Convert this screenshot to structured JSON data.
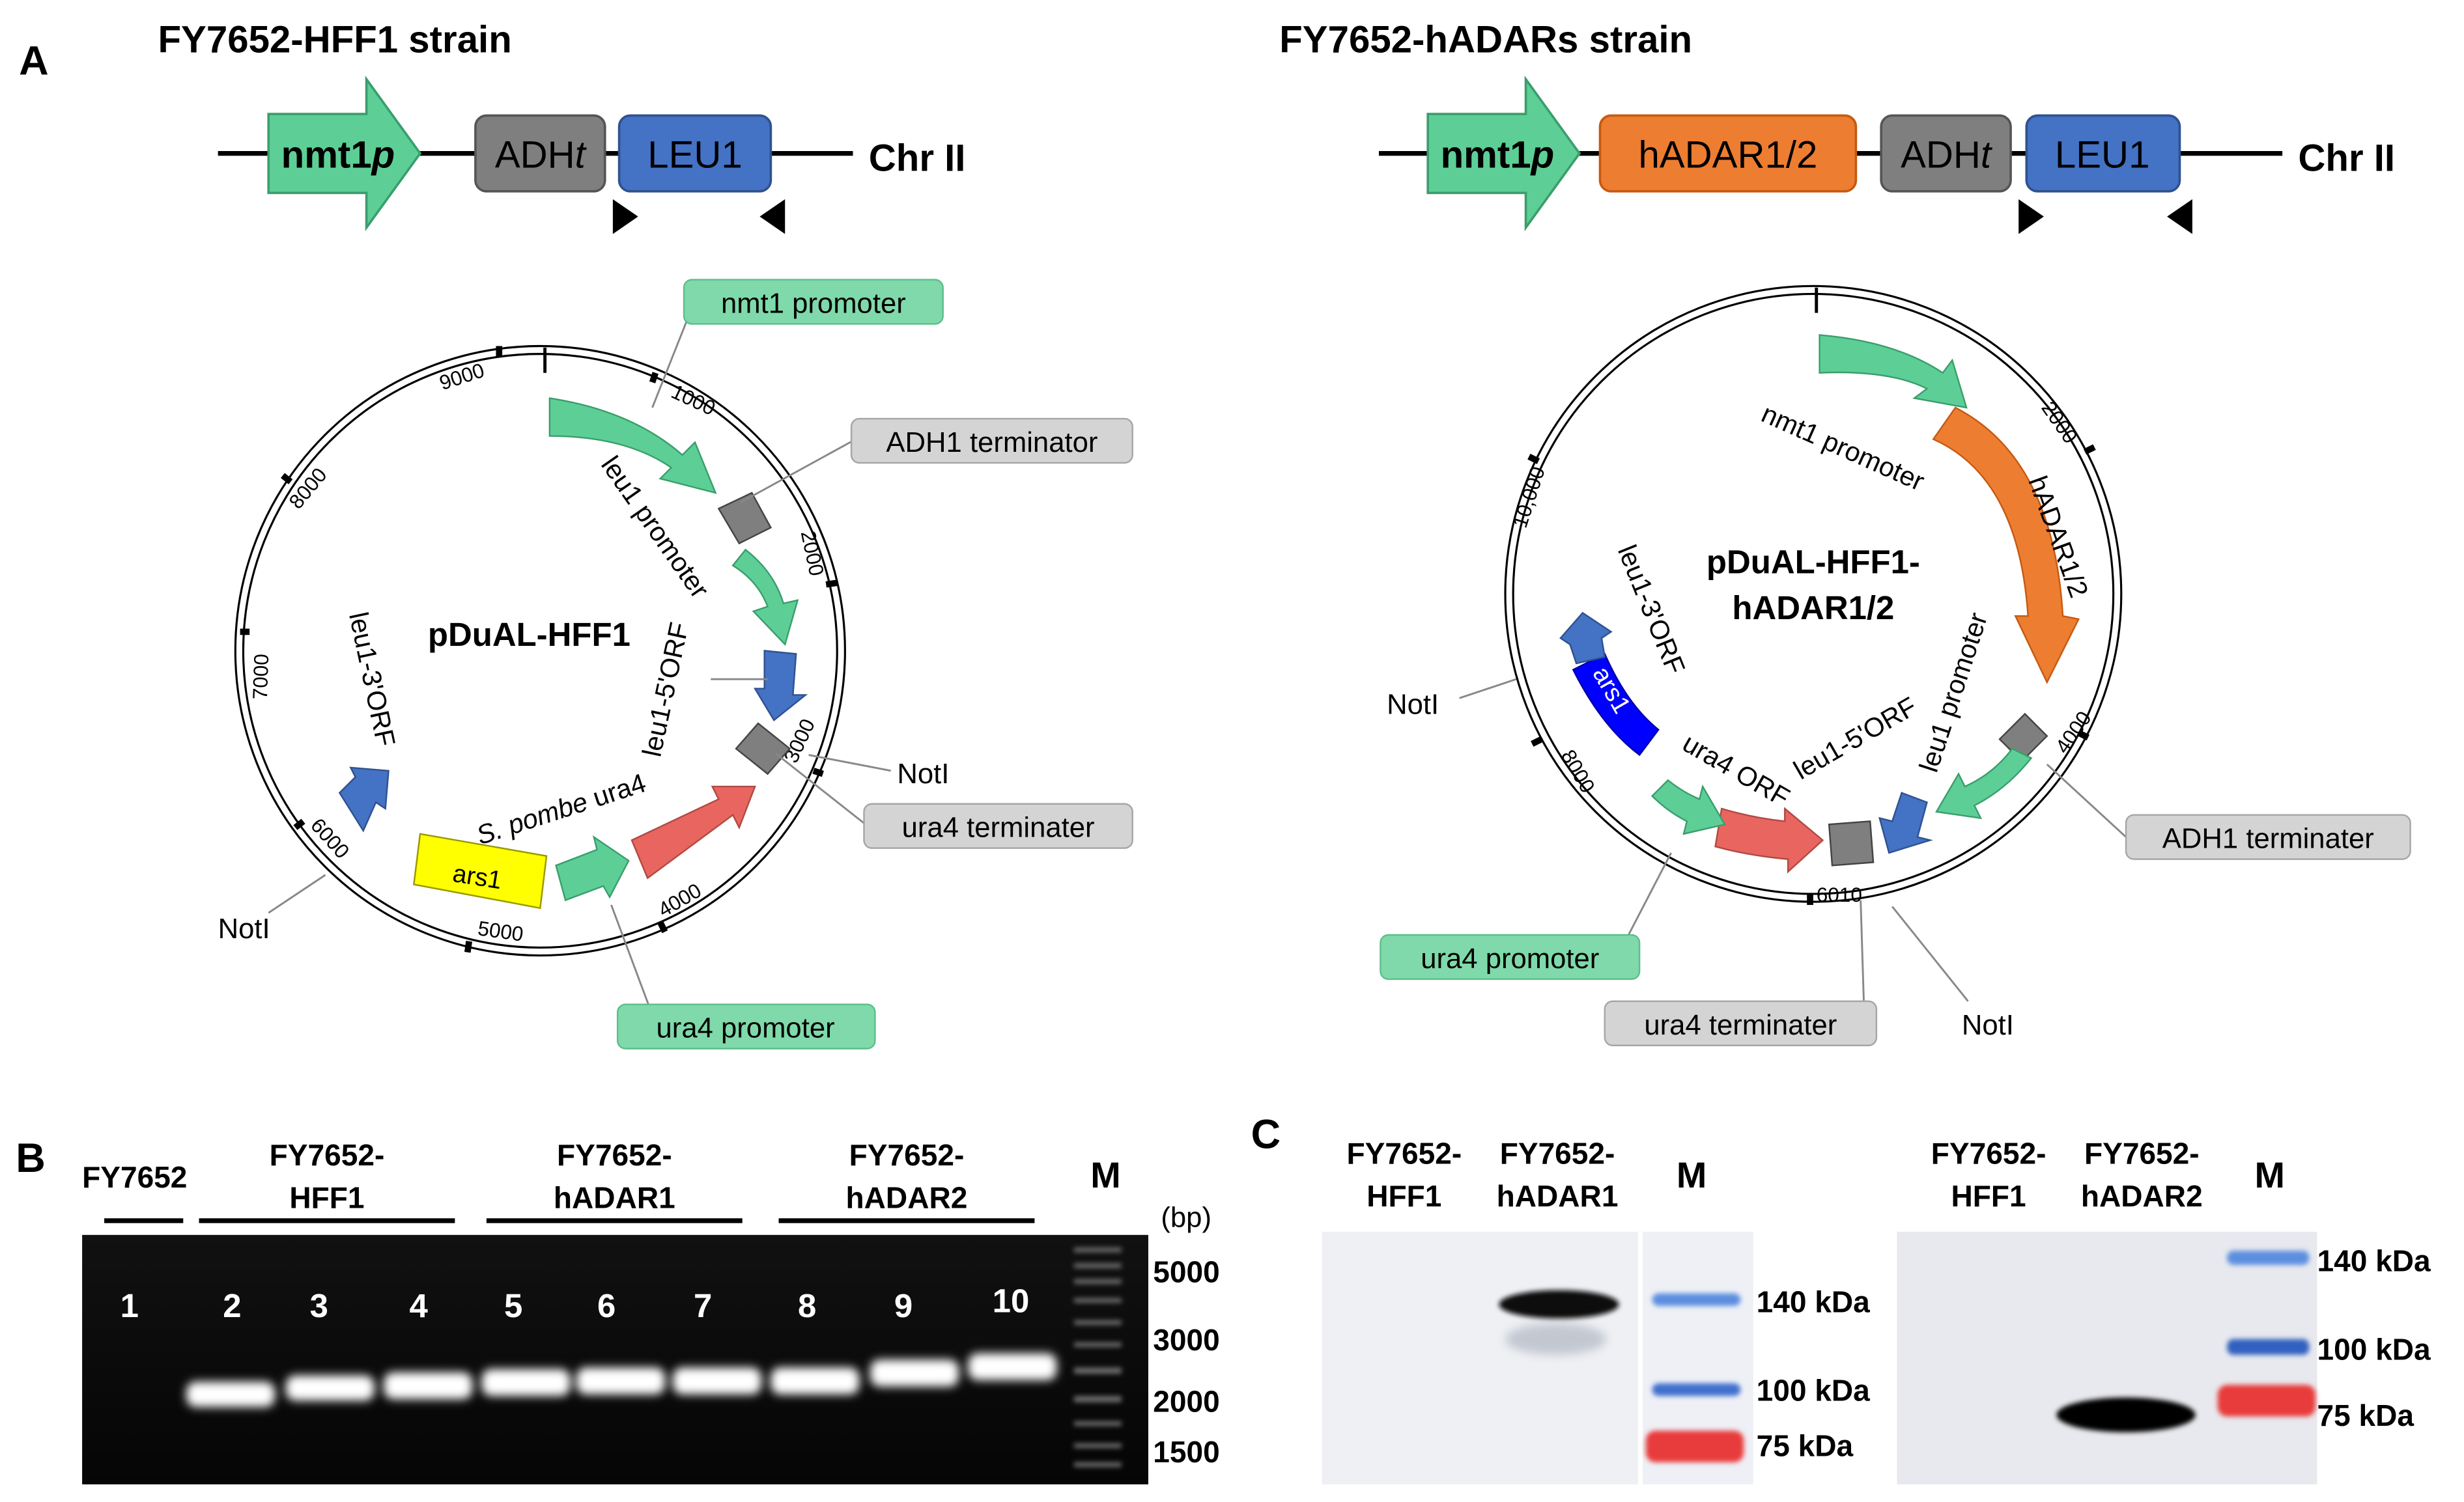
{
  "panels": {
    "A": "A",
    "B": "B",
    "C": "C"
  },
  "strain_hff1": {
    "title": "FY7652-HFF1 strain",
    "promoter_pre": "nmt1",
    "promoter_suffix": "p",
    "adh_pre": "ADH",
    "adh_suffix": "t",
    "leu": "LEU1",
    "chr": "Chr II"
  },
  "strain_hadar": {
    "title": "FY7652-hADARs strain",
    "promoter_pre": "nmt1",
    "promoter_suffix": "p",
    "hadar": "hADAR1/2",
    "adh_pre": "ADH",
    "adh_suffix": "t",
    "leu": "LEU1",
    "chr": "Chr II"
  },
  "plasmid1": {
    "name": "pDuAL-HFF1",
    "ticks": [
      "1000",
      "2000",
      "3000",
      "4000",
      "5000",
      "6000",
      "7000",
      "8000",
      "9000"
    ],
    "callouts": {
      "nmt1_promoter": "nmt1 promoter",
      "adh1_terminator": "ADH1 terminator",
      "noti_a": "NotI",
      "ura4_terminater": "ura4 terminater",
      "noti_b": "NotI",
      "ura4_promoter": "ura4 promoter"
    },
    "features": {
      "leu1_promoter": "leu1 promoter",
      "leu1_5orf": "leu1-5'ORF",
      "leu1_3orf": "leu1-3'ORF",
      "ura4_italic": "S. pombe",
      "ura4_name": "ura4",
      "ars1": "ars1"
    },
    "colors": {
      "green": "#5dcf96",
      "gray": "#7f7f7f",
      "blue": "#4472c4",
      "red": "#e8665f",
      "yellow": "#ffff00"
    }
  },
  "plasmid2": {
    "name_line1": "pDuAL-HFF1-",
    "name_line2": "hADAR1/2",
    "ticks": [
      "2000",
      "4000",
      "6010",
      "8000",
      "10,000"
    ],
    "callouts": {
      "noti_left": "NotI",
      "adh1_terminater": "ADH1 terminater",
      "ura4_promoter": "ura4 promoter",
      "ura4_terminater": "ura4 terminater",
      "noti_bottom": "NotI"
    },
    "features": {
      "nmt1_promoter": "nmt1 promoter",
      "hadar": "hADAR1/2",
      "leu1_promoter": "leu1 promoter",
      "leu1_5orf": "leu1-5'ORF",
      "ura4_orf": "ura4 ORF",
      "leu1_3orf": "leu1-3'ORF",
      "ars1": "ars1"
    },
    "colors": {
      "orange": "#ed7d31",
      "blue_dark": "#0000ff"
    }
  },
  "gel": {
    "groups": [
      "FY7652",
      "FY7652-",
      "HFF1",
      "FY7652-",
      "hADAR1",
      "FY7652-",
      "hADAR2"
    ],
    "marker": "M",
    "unit": "(bp)",
    "lanes": [
      "1",
      "2",
      "3",
      "4",
      "5",
      "6",
      "7",
      "8",
      "9",
      "10"
    ],
    "sizes": [
      "5000",
      "3000",
      "2000",
      "1500"
    ]
  },
  "western1": {
    "lane_a": [
      "FY7652-",
      "HFF1"
    ],
    "lane_b": [
      "FY7652-",
      "hADAR1"
    ],
    "marker": "M",
    "sizes": [
      "140 kDa",
      "100 kDa",
      "75 kDa"
    ]
  },
  "western2": {
    "lane_a": [
      "FY7652-",
      "HFF1"
    ],
    "lane_b": [
      "FY7652-",
      "hADAR2"
    ],
    "marker": "M",
    "sizes": [
      "140 kDa",
      "100 kDa",
      "75 kDa"
    ]
  }
}
